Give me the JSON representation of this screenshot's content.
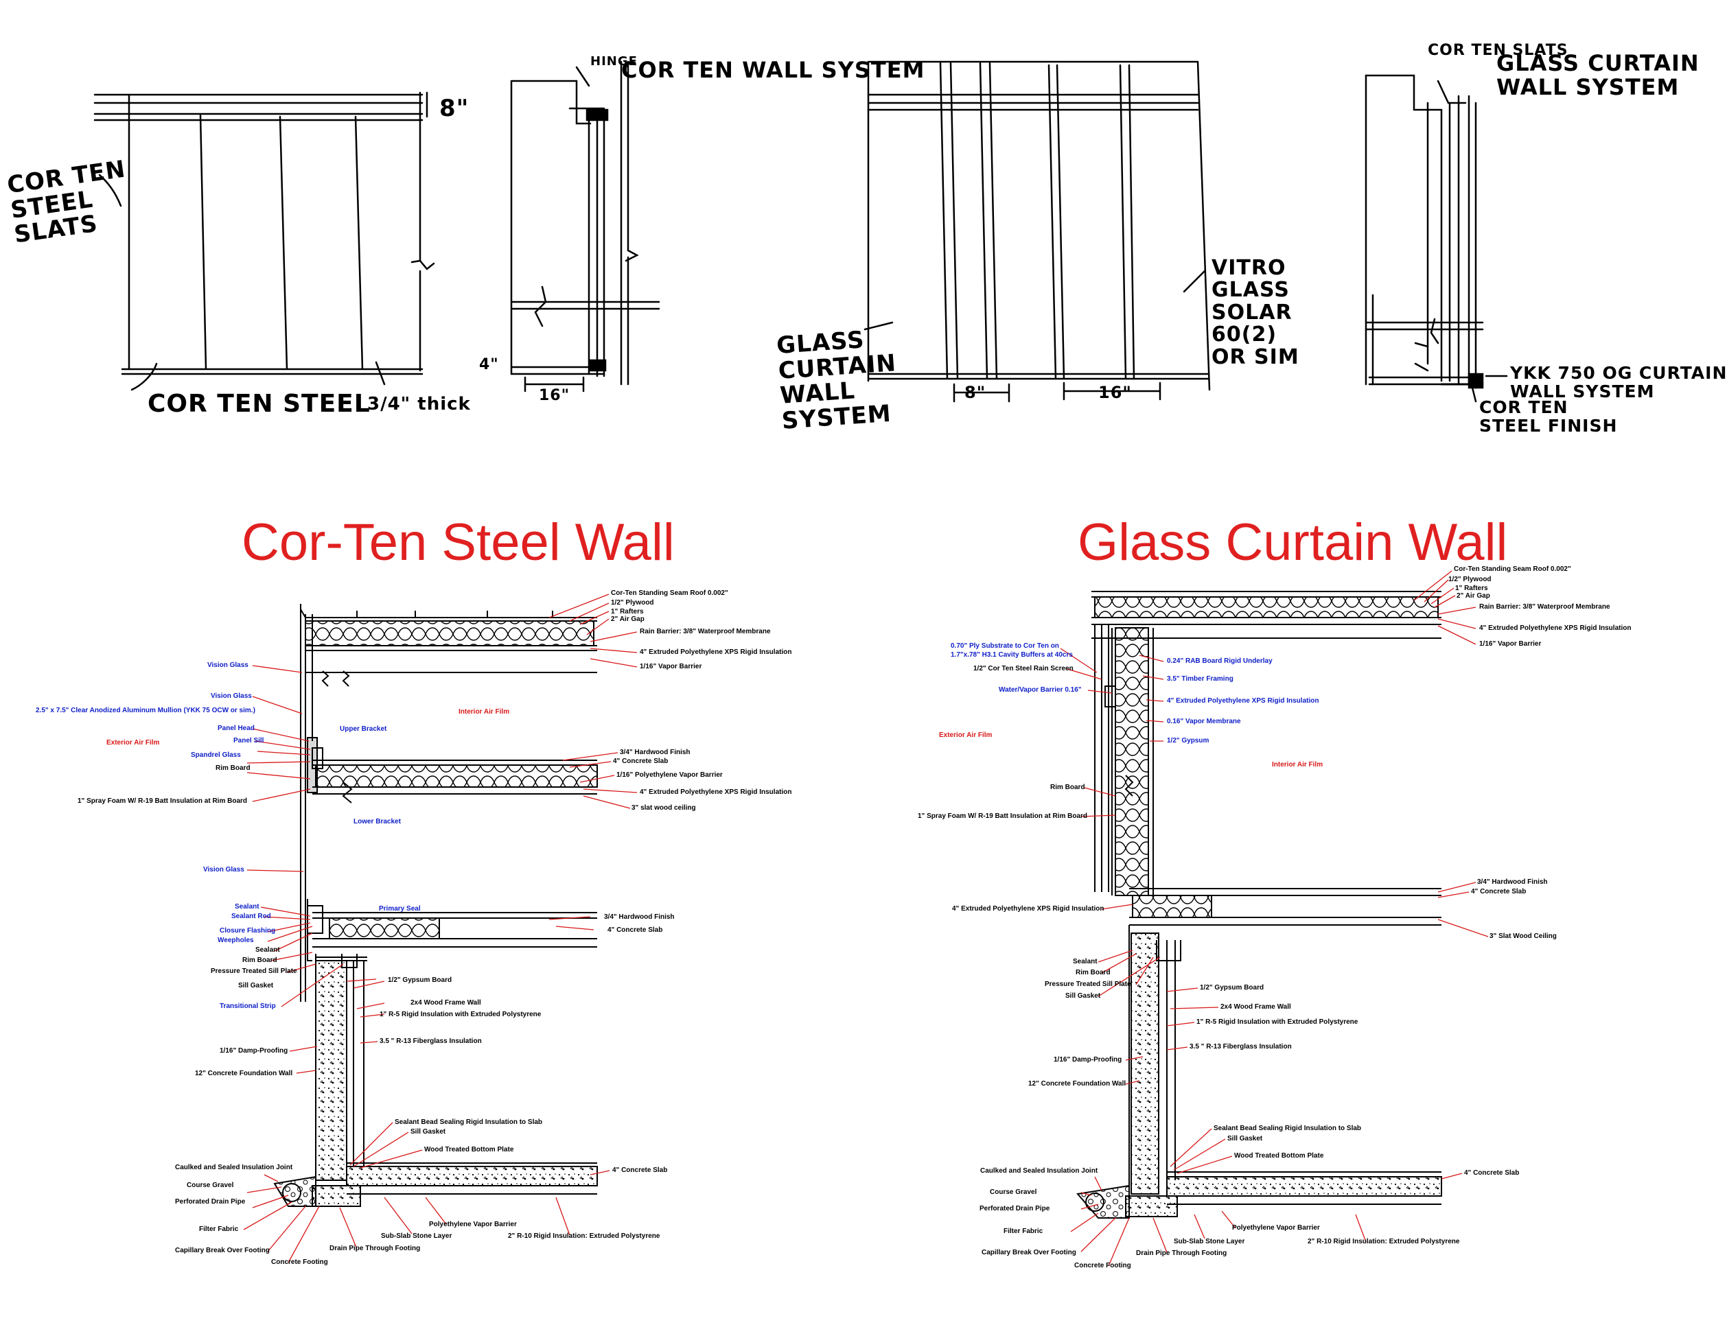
{
  "sketches": {
    "corten_elevation": {
      "slats_label": "COR TEN\nSTEEL\nSLATS",
      "material_label": "COR TEN STEEL",
      "thickness_label": "3/4\" thick",
      "height_dim": "8\""
    },
    "corten_section": {
      "hinge_label": "HINGE",
      "system_label": "COR TEN WALL SYSTEM",
      "depth_dim": "4\"",
      "width_dim": "16\""
    },
    "glass_elevation": {
      "system_label": "GLASS\nCURTAIN\nWALL\nSYSTEM",
      "glass_label": "VITRO\nGLASS\nSOLAR\n60(2)\nOR SIM",
      "dim_a": "8\"",
      "dim_b": "16\""
    },
    "glass_section": {
      "slats_label": "COR TEN SLATS",
      "system_label": "GLASS CURTAIN\nWALL SYSTEM",
      "ykk_label": "YKK 750 OG CURTAIN\nWALL SYSTEM",
      "finish_label": "COR TEN\nSTEEL FINISH"
    }
  },
  "left_section": {
    "title": "Cor-Ten Steel Wall",
    "labels_right": [
      "Cor-Ten Standing Seam Roof 0.002\"",
      "1/2\" Plywood",
      "1\" Rafters",
      "2\" Air Gap",
      "Rain Barrier: 3/8\" Waterproof Membrane",
      "4\" Extruded Polyethylene XPS Rigid Insulation",
      "1/16\" Vapor Barrier",
      "Interior Air Film",
      "3/4\" Hardwood Finish",
      "4\" Concrete Slab",
      "1/16\" Polyethylene Vapor Barrier",
      "4\" Extruded Polyethylene XPS Rigid Insulation",
      "3\" slat wood ceiling",
      "Upper Bracket",
      "Lower Bracket",
      "Primary Seal",
      "3/4\" Hardwood Finish",
      "4\" Concrete Slab",
      "1/2\" Gypsum Board",
      "2x4 Wood Frame Wall",
      "1\" R-5 Rigid Insulation with Extruded Polystyrene",
      "3.5 \" R-13 Fiberglass Insulation",
      "Sealant Bead Sealing Rigid Insulation to Slab",
      "Sill Gasket",
      "Wood Treated Bottom Plate",
      "4\" Concrete Slab",
      "Polyethylene Vapor Barrier",
      "2\" R-10 Rigid Insulation: Extruded Polystyrene",
      "Sub-Slab Stone Layer",
      "Drain Pipe Through Footing",
      "Concrete Footing"
    ],
    "labels_left": [
      "Vision Glass",
      "Vision Glass",
      "2.5\" x 7.5\" Clear Anodized Aluminum Mullion (YKK 75 OCW or sim.)",
      "Panel Head",
      "Panel Sill",
      "Exterior Air Film",
      "Spandrel Glass",
      "Rim Board",
      "1\" Spray Foam W/ R-19 Batt Insulation at Rim Board",
      "Vision Glass",
      "Sealant",
      "Sealant Rod",
      "Closure Flashing",
      "Weepholes",
      "Sealant",
      "Rim Board",
      "Pressure Treated Sill Plate",
      "Sill Gasket",
      "Transitional Strip",
      "1/16\" Damp-Proofing",
      "12\" Concrete Foundation Wall",
      "Caulked and Sealed Insulation Joint",
      "Course Gravel",
      "Perforated Drain Pipe",
      "Filter Fabric",
      "Capillary Break Over Footing"
    ]
  },
  "right_section": {
    "title": "Glass Curtain Wall",
    "labels": [
      "Cor-Ten Standing Seam Roof 0.002\"",
      "1/2\" Plywood",
      "1\" Rafters",
      "2\" Air Gap",
      "Rain Barrier: 3/8\" Waterproof Membrane",
      "4\" Extruded Polyethylene XPS Rigid Insulation",
      "1/16\" Vapor Barrier",
      "0.70\" Ply Substrate to Cor Ten on",
      "1.7\"x.78\" H3.1 Cavity Buffers at 40crs",
      "1/2\" Cor Ten Steel Rain Screen",
      "Water/Vapor Barrier 0.16\"",
      "0.24\" RAB Board Rigid Underlay",
      "3.5\" Timber Framing",
      "4\" Extruded Polyethylene XPS Rigid Insulation",
      "0.16\" Vapor Membrane",
      "1/2\" Gypsum",
      "Exterior Air Film",
      "Interior Air Film",
      "Rim Board",
      "1\" Spray Foam W/ R-19 Batt Insulation at Rim Board",
      "3/4\" Hardwood Finish",
      "4\" Concrete Slab",
      "4\" Extruded Polyethylene XPS Rigid Insulation",
      "3\" Slat Wood Ceiling",
      "Sealant",
      "Rim Board",
      "Pressure Treated Sill Plate",
      "Sill Gasket",
      "1/2\" Gypsum Board",
      "2x4 Wood Frame Wall",
      "1\" R-5 Rigid Insulation with Extruded Polystyrene",
      "3.5 \" R-13 Fiberglass Insulation",
      "1/16\" Damp-Proofing",
      "12\" Concrete Foundation Wall",
      "Sealant Bead Sealing Rigid Insulation to Slab",
      "Sill Gasket",
      "Wood Treated Bottom Plate",
      "4\" Concrete Slab",
      "Caulked and Sealed Insulation Joint",
      "Course Gravel",
      "Perforated Drain Pipe",
      "Filter Fabric",
      "Polyethylene Vapor Barrier",
      "2\" R-10 Rigid Insulation: Extruded Polystyrene",
      "Sub-Slab Stone Layer",
      "Capillary Break Over Footing",
      "Drain Pipe Through Footing",
      "Concrete Footing"
    ]
  },
  "colors": {
    "title": "#e02020",
    "leader": "#d81818",
    "label_black": "#000000",
    "label_blue": "#1020c8",
    "label_red": "#d81818"
  }
}
